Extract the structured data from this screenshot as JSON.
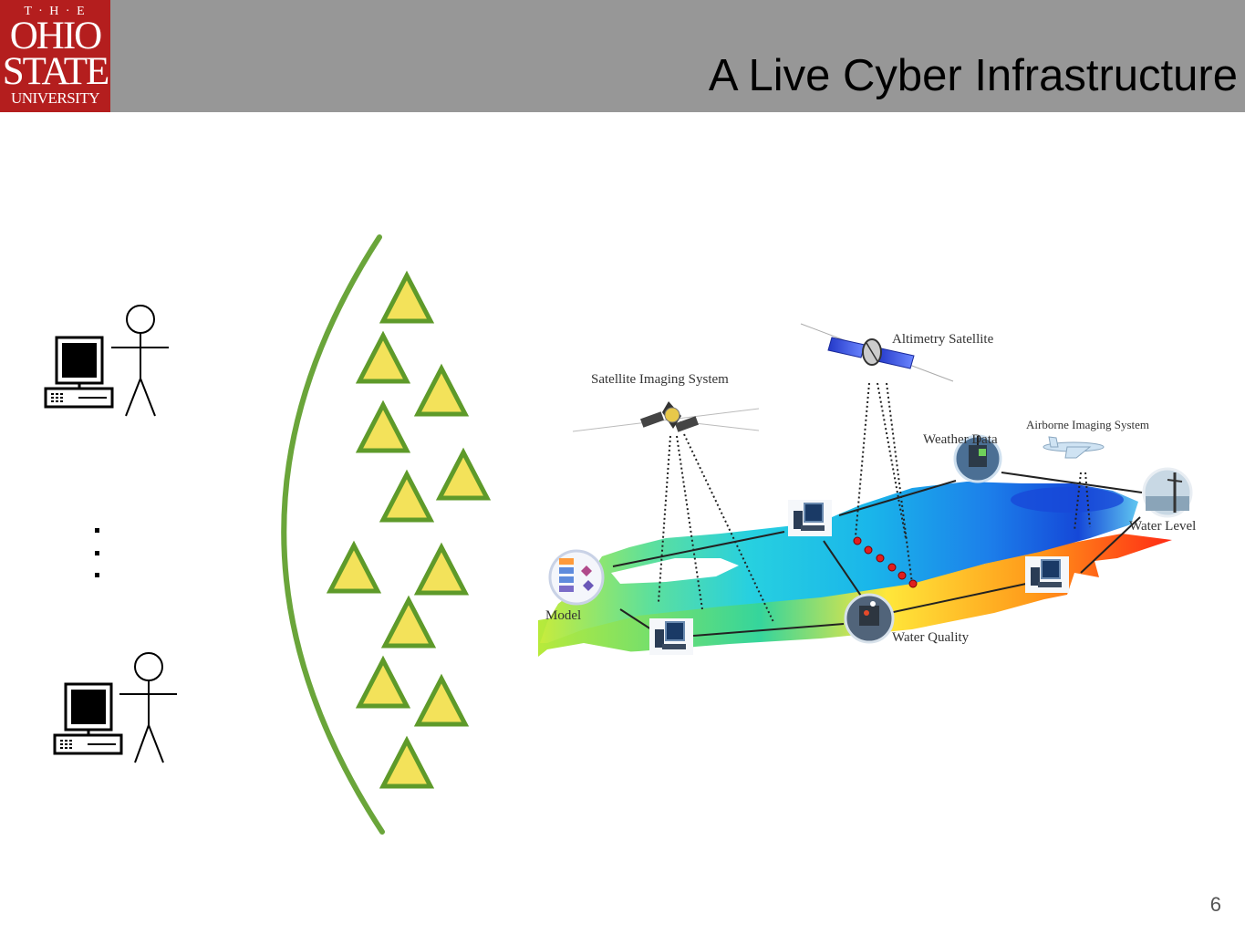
{
  "slide": {
    "title": "A Live Cyber Infrastructure",
    "page_number": "6",
    "logo": {
      "line1": "T · H · E",
      "line2": "OHIO",
      "line3": "STATE",
      "line4": "UNIVERSITY"
    }
  },
  "colors": {
    "header_bg": "#979797",
    "logo_bg": "#b41e1e",
    "triangle_fill": "#f3e25a",
    "triangle_stroke": "#5e9a2a",
    "arc": "#6aa53a"
  },
  "ellipsis": "· · ·",
  "map": {
    "labels": {
      "satellite_imaging": "Satellite Imaging System",
      "altimetry_satellite": "Altimetry Satellite",
      "weather_data": "Weather Data",
      "airborne_imaging": "Airborne Imaging System",
      "water_level": "Water Level",
      "model": "Model",
      "water_quality": "Water Quality"
    }
  }
}
